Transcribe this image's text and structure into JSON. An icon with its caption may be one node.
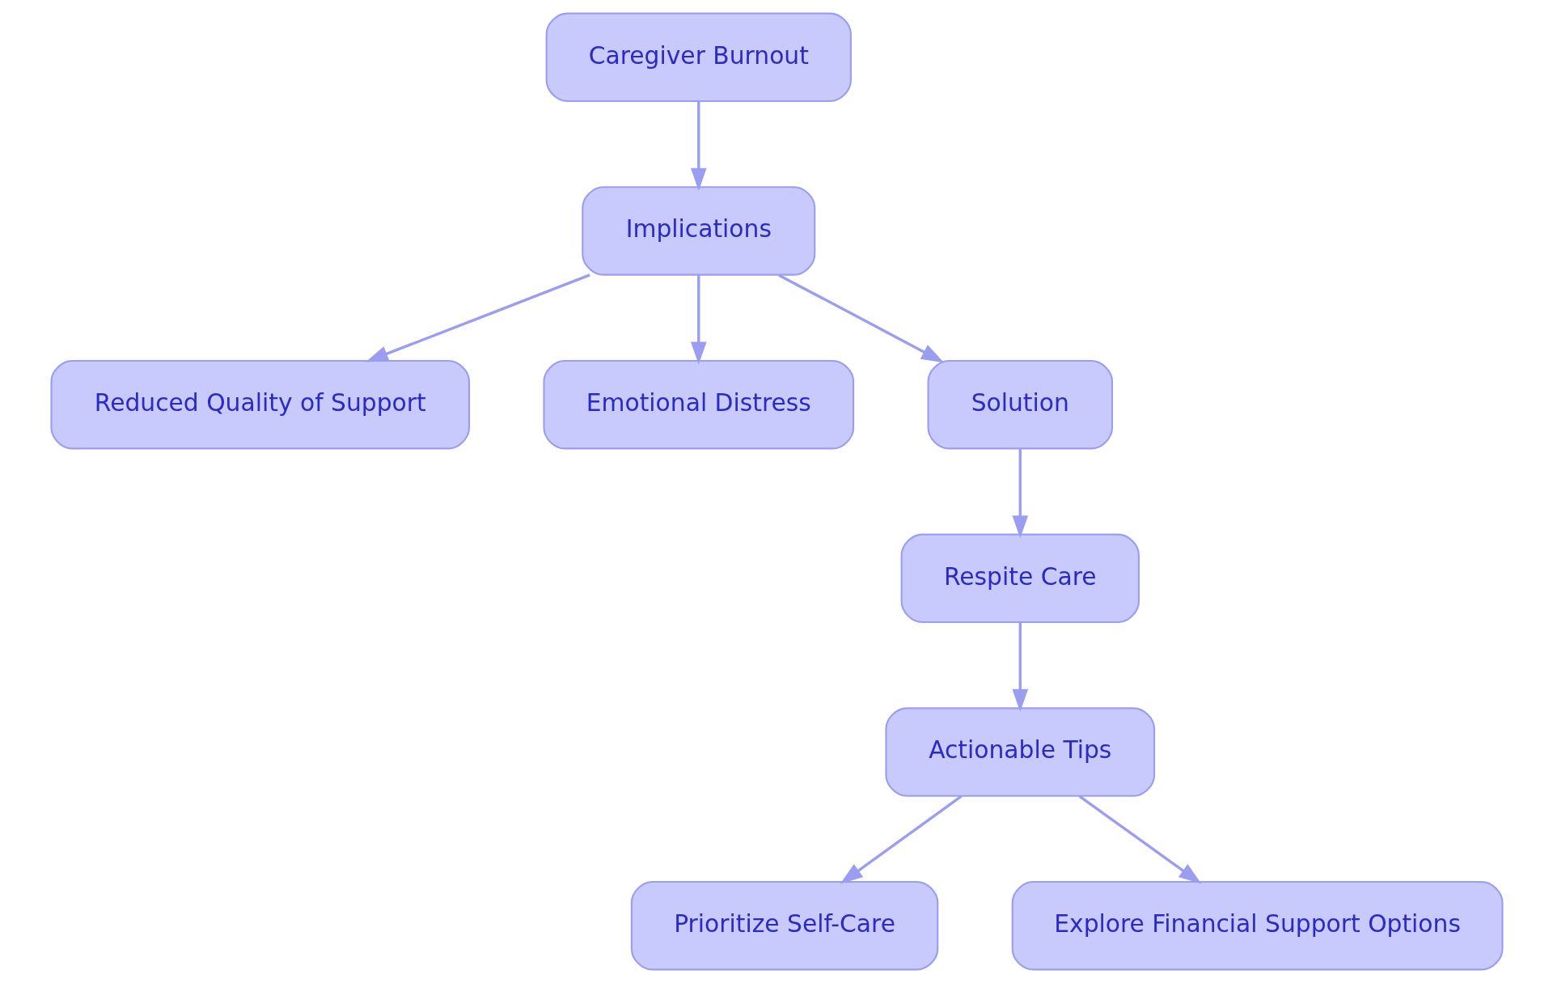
{
  "diagram": {
    "nodes": [
      {
        "text": [
          "Caregiver Burnout"
        ]
      },
      {
        "text": [
          "Implications"
        ]
      },
      {
        "text": [
          "Reduced Quality of Support"
        ]
      },
      {
        "text": [
          "Emotional Distress"
        ]
      },
      {
        "text": [
          "Solution"
        ]
      },
      {
        "text": [
          "Respite Care"
        ]
      },
      {
        "text": [
          "Actionable Tips"
        ]
      },
      {
        "text": [
          "Prioritize Self-Care"
        ]
      },
      {
        "text": [
          "Explore Financial Support Options"
        ]
      }
    ],
    "edges": [
      {
        "from": 0,
        "to": 1,
        "arrow": "to"
      },
      {
        "from": 1,
        "to": 2,
        "arrow": "to"
      },
      {
        "from": 1,
        "to": 3,
        "arrow": "to"
      },
      {
        "from": 1,
        "to": 4,
        "arrow": "to"
      },
      {
        "from": 4,
        "to": 5,
        "arrow": "to"
      },
      {
        "from": 5,
        "to": 6,
        "arrow": "to"
      },
      {
        "from": 6,
        "to": 7,
        "arrow": "to"
      },
      {
        "from": 6,
        "to": 8,
        "arrow": "to"
      }
    ]
  }
}
